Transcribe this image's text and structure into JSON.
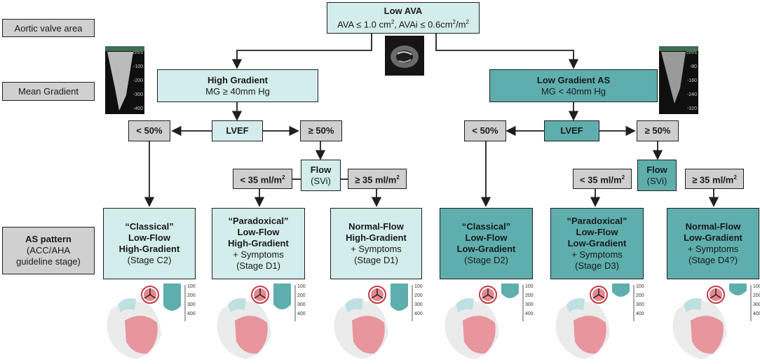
{
  "side_labels": {
    "ava": "Aortic valve area",
    "mg": "Mean Gradient",
    "pattern_title": "AS pattern",
    "pattern_sub1": "(ACC/AHA",
    "pattern_sub2": "guideline stage)"
  },
  "top": {
    "title": "Low AVA",
    "sub_a": "AVA ≤ 1.0 cm",
    "sup_a": "2",
    "sub_b": ", AVAi ≤ 0.6cm",
    "sup_b": "2",
    "sub_c": "/m",
    "sup_c": "2"
  },
  "high": {
    "title": "High Gradient",
    "sub": "MG ≥ 40mm Hg"
  },
  "low": {
    "title": "Low Gradient AS",
    "sub": "MG < 40mm Hg"
  },
  "lvef": "LVEF",
  "lt50": "< 50%",
  "ge50": "≥ 50%",
  "flow": {
    "title": "Flow",
    "sub": "(SVi)"
  },
  "lt35": {
    "text": "< 35 ml/m",
    "sup": "2"
  },
  "ge35": {
    "text": "≥ 35 ml/m",
    "sup": "2"
  },
  "outcomes": [
    {
      "l1": "“Classical”",
      "l2": "Low-Flow",
      "l3": "High-Gradient",
      "l4": "",
      "stage": "(Stage C2)"
    },
    {
      "l1": "“Paradoxical”",
      "l2": "Low-Flow",
      "l3": "High-Gradient",
      "l4": "+ Symptoms",
      "stage": "(Stage D1)"
    },
    {
      "l1": "Normal-Flow",
      "l2": "High-Gradient",
      "l3": "",
      "l4": "+ Symptoms",
      "stage": "(Stage D1)"
    },
    {
      "l1": "“Classical”",
      "l2": "Low-Flow",
      "l3": "Low-Gradient",
      "l4": "",
      "stage": "(Stage D2)"
    },
    {
      "l1": "“Paradoxical”",
      "l2": "Low-Flow",
      "l3": "Low-Gradient",
      "l4": "+ Symptoms",
      "stage": "(Stage D3)"
    },
    {
      "l1": "Normal-Flow",
      "l2": "Low-Gradient",
      "l3": "",
      "l4": "+ Symptoms",
      "stage": "(Stage D4?)"
    }
  ],
  "doppler_left_ticks": [
    "cm/s",
    "-100",
    "-200",
    "-300",
    "-400"
  ],
  "doppler_right_ticks": [
    "cm/s",
    "-80",
    "-160",
    "-240",
    "-320"
  ],
  "small_scale": [
    "100",
    "200",
    "300",
    "400"
  ],
  "colors": {
    "light": "#d3ecec",
    "dark": "#5eaeae",
    "grey": "#cfcfcf",
    "heart": "#e8868f",
    "teal": "#5eaeae"
  }
}
